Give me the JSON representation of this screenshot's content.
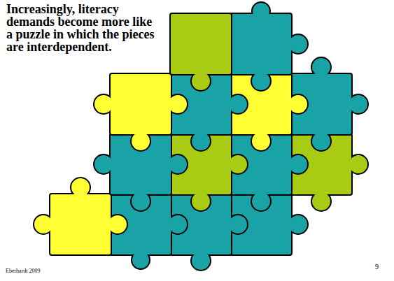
{
  "diagram": {
    "title": "Increasingly, literacy demands become more like a puzzle in which the pieces are interdependent.",
    "labels": [
      "Eberhardt 2009",
      "9"
    ]
  }
}
